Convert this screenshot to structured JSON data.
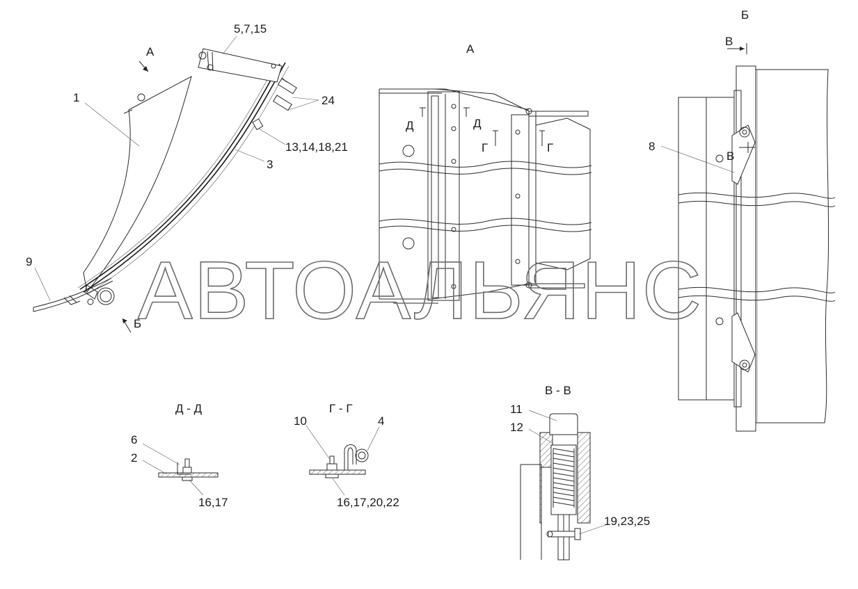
{
  "views": {
    "view_a_title": "А",
    "view_b_title": "Б",
    "section_dd_title": "Д - Д",
    "section_gg_title": "Г - Г",
    "section_vv_title": "В - В"
  },
  "main_view": {
    "arrow_a": "А",
    "arrow_b": "Б",
    "labels": {
      "l1": "1",
      "l3": "3",
      "l9": "9",
      "l24": "24",
      "l5_7_15": "5,7,15",
      "l13_14_18_21": "13,14,18,21"
    }
  },
  "view_a": {
    "cut_d_left": "Д",
    "cut_d_right": "Д",
    "cut_g_left": "Г",
    "cut_g_right": "Г"
  },
  "view_b": {
    "cut_v_top": "В",
    "cut_v_mid": "В",
    "label_8": "8"
  },
  "section_dd": {
    "l6": "6",
    "l2": "2",
    "l16_17": "16,17"
  },
  "section_gg": {
    "l10": "10",
    "l4": "4",
    "l16_17_20_22": "16,17,20,22"
  },
  "section_vv": {
    "l11": "11",
    "l12": "12",
    "l19_23_25": "19,23,25"
  },
  "watermark": "АВТОАЛЬЯНС"
}
